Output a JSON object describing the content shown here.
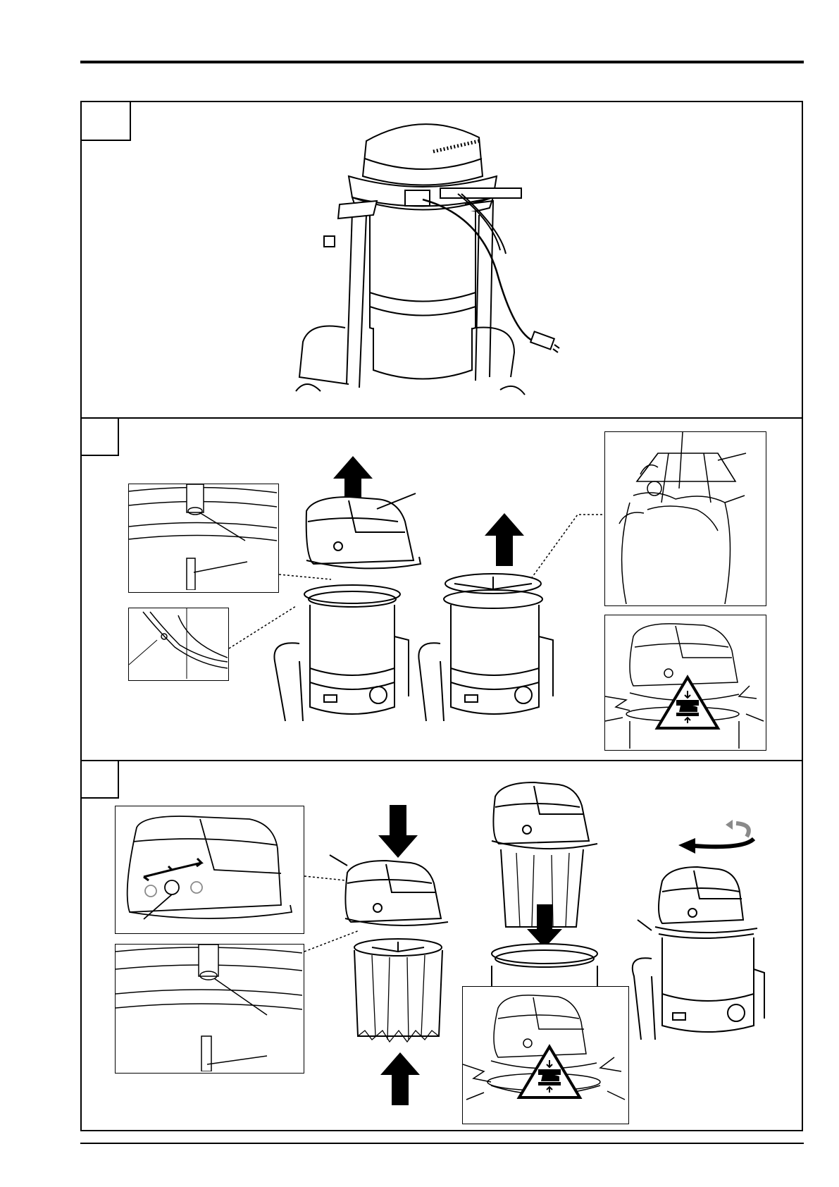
{
  "document": {
    "kind": "maintenance illustration page",
    "panels": [
      {
        "id": "panel-1",
        "step_label": ""
      },
      {
        "id": "panel-2",
        "step_label": ""
      },
      {
        "id": "panel-3",
        "step_label": ""
      }
    ]
  },
  "icons": {
    "up_arrow": "arrow-up-icon",
    "down_arrow": "arrow-down-icon",
    "rotate_arrow": "rotate-arrow-icon",
    "pinch_warning": "hand-crush-warning-icon"
  },
  "colors": {
    "ink": "#000000",
    "paper": "#ffffff",
    "tone": "#8a8a8a"
  }
}
